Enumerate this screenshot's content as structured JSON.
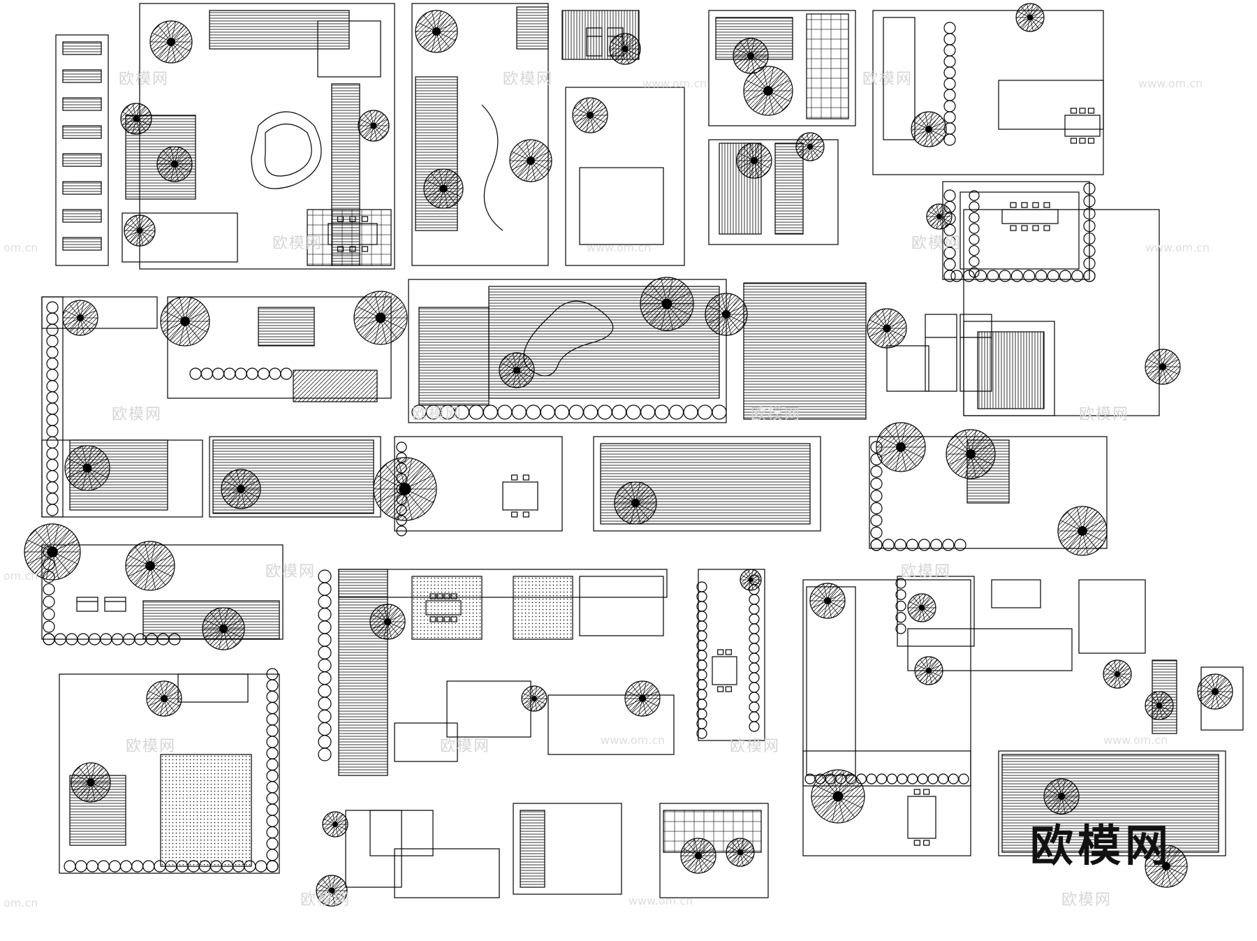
{
  "sheet": {
    "description_visible_text": "",
    "background": "#ffffff",
    "line_color": "#000000"
  },
  "watermarks": {
    "logo_text": "欧模网",
    "faint_text": "欧模网",
    "faint_url": "www.om.cn",
    "faint_domain": "om.cn",
    "color": "#d6d6d6"
  }
}
